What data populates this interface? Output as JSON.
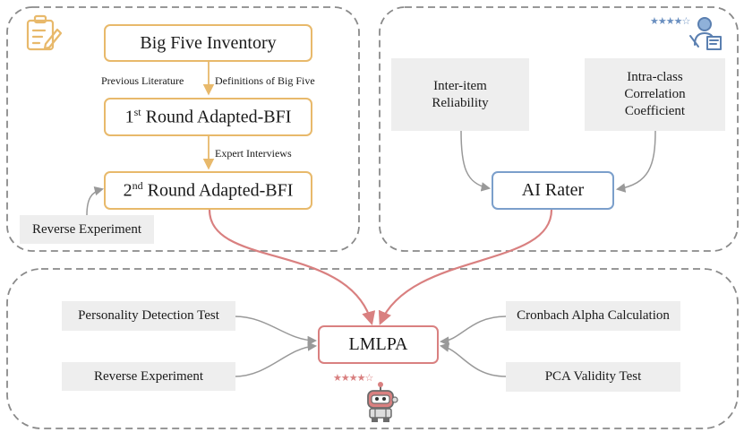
{
  "top_left": {
    "inventory": "Big Five Inventory",
    "label_prev": "Previous Literature",
    "label_defs": "Definitions of Big Five",
    "round1_sup": "st",
    "round1_text": " Round Adapted-BFI",
    "label_expert": "Expert Interviews",
    "round2_sup": "nd",
    "round2_text": " Round Adapted-BFI",
    "reverse": "Reverse Experiment"
  },
  "top_right": {
    "inter_item": "Inter-item Reliability",
    "intra_class": "Intra-class Correlation Coefficient",
    "ai_rater": "AI Rater",
    "rating": "★★★★☆"
  },
  "bottom": {
    "center": "LMLPA",
    "personality_test": "Personality Detection Test",
    "reverse": "Reverse Experiment",
    "cronbach": "Cronbach Alpha Calculation",
    "pca": "PCA Validity Test",
    "rating": "★★★★☆"
  },
  "colors": {
    "orange": "#e8b96b",
    "blue": "#7b9fcb",
    "red": "#d98080",
    "grey_box": "#eeeeee",
    "dash": "#8a8a8a"
  }
}
